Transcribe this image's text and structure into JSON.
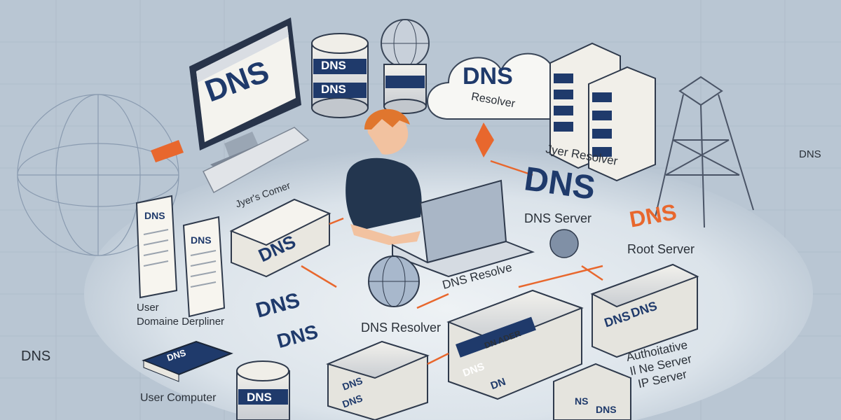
{
  "labels": {
    "monitor": "DNS",
    "cylinder_a": "DNS",
    "cylinder_b": "DNS",
    "cloud_title": "DNS",
    "cloud_sub": "Resolver",
    "jyer_resolver": "Jyer Resolver",
    "dns_right": "DNS",
    "dns_server_logo": "DNS",
    "dns_server": "DNS Server",
    "root_dns": "DNS",
    "root_server": "Root Server",
    "users_corner": "Jyer's Comer",
    "doc1": "DNS",
    "doc2": "DNS",
    "console": "DNS",
    "user_domain": "User\nDomaine Derpliner",
    "tag1": "DNS",
    "tag2": "DNS",
    "dns_resolve": "DNS Resolve",
    "dns_resolver": "DNS Resolver",
    "stack_top": "DN ADER",
    "auth_line1": "Authoitative",
    "auth_line2": "Il Ne Server",
    "auth_line3": "IP Server",
    "user_computer": "User Computer",
    "left_dns": "DNS",
    "right_dns": "DNS",
    "box1": "DNS",
    "box2": "DNS",
    "cyl_bottom": "DNS",
    "right_box_a": "DNS",
    "right_box_b": "DNS",
    "rack_a": "DNS",
    "rack_b": "DN",
    "bottom_book": "DNS",
    "bottom_right_1": "NS",
    "bottom_right_2": "DNS"
  },
  "colors": {
    "background": "#b9c6d3",
    "highlight": "#e6ebf0",
    "navy": "#1f3a6b",
    "orange": "#e8672d"
  }
}
